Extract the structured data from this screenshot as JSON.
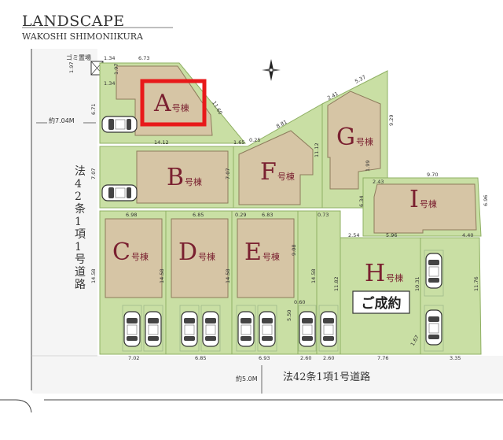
{
  "header": {
    "title": "LANDSCAPE",
    "subtitle": "WAKOSHI SHIMONIIKURA"
  },
  "colors": {
    "lot_green": "#c9dfa4",
    "lot_green_dark": "#a7c77a",
    "road": "#f4f4f4",
    "building": "#d6c5a5",
    "building_stroke": "#8d7b5c",
    "label": "#7a2030",
    "highlight": "#e8191a",
    "dim_text": "#333333"
  },
  "icons": {
    "north": "compass-north-icon",
    "car": "parked-car-icon"
  },
  "labels": {
    "garbage": "ゴミ置場",
    "road_left_width": "約7.04M",
    "road_left_name": "法42条1項1号道路",
    "road_bottom_width": "約5.0M",
    "road_bottom_name": "法42条1項1号道路",
    "sold": "ご成約"
  },
  "lots": [
    {
      "id": "A",
      "suffix": "号棟",
      "highlighted": true
    },
    {
      "id": "B",
      "suffix": "号棟",
      "highlighted": false
    },
    {
      "id": "C",
      "suffix": "号棟",
      "highlighted": false
    },
    {
      "id": "D",
      "suffix": "号棟",
      "highlighted": false
    },
    {
      "id": "E",
      "suffix": "号棟",
      "highlighted": false
    },
    {
      "id": "F",
      "suffix": "号棟",
      "highlighted": false
    },
    {
      "id": "G",
      "suffix": "号棟",
      "highlighted": false
    },
    {
      "id": "H",
      "suffix": "号棟",
      "highlighted": false,
      "sold": true
    },
    {
      "id": "I",
      "suffix": "号棟",
      "highlighted": false
    }
  ],
  "dimensions": {
    "g_w": "1.34",
    "g_h": "1.97",
    "g_w2": "1.34",
    "a_top": "6.73",
    "a_v": "1.97",
    "a_left": "6.71",
    "a_diag": "11.60",
    "a_bot": "14.12",
    "a_corner": "1.65",
    "b_h": "7.07",
    "b_r": "7.07",
    "f_small": "0.25",
    "f_diag": "8.81",
    "f_r": "11.12",
    "g_d1": "2.41",
    "g_d2": "5.37",
    "g_r": "9.29",
    "g_b": "1.99",
    "i_top": "9.70",
    "i_tl": "2.43",
    "i_left": "6.34",
    "i_r": "6.96",
    "i_b1": "2.54",
    "i_b2": "5.96",
    "i_b3": "4.40",
    "c_top": "6.98",
    "d_top": "6.85",
    "e_small": "0.29",
    "e_top": "6.83",
    "c_h": "14.58",
    "cd_h": "14.58",
    "de_h": "14.58",
    "e_r": "9.08",
    "s_top": "0.73",
    "s_h": "14.58",
    "s_small": "0.60",
    "s_h2": "5.50",
    "h_l": "11.82",
    "h_r": "10.31",
    "right_h": "11.76",
    "bot_c": "7.02",
    "bot_d": "6.85",
    "bot_e": "6.93",
    "bot_s1": "2.60",
    "bot_s2": "2.60",
    "bot_h": "7.76",
    "bot_i": "3.35",
    "corner": "1.67"
  }
}
